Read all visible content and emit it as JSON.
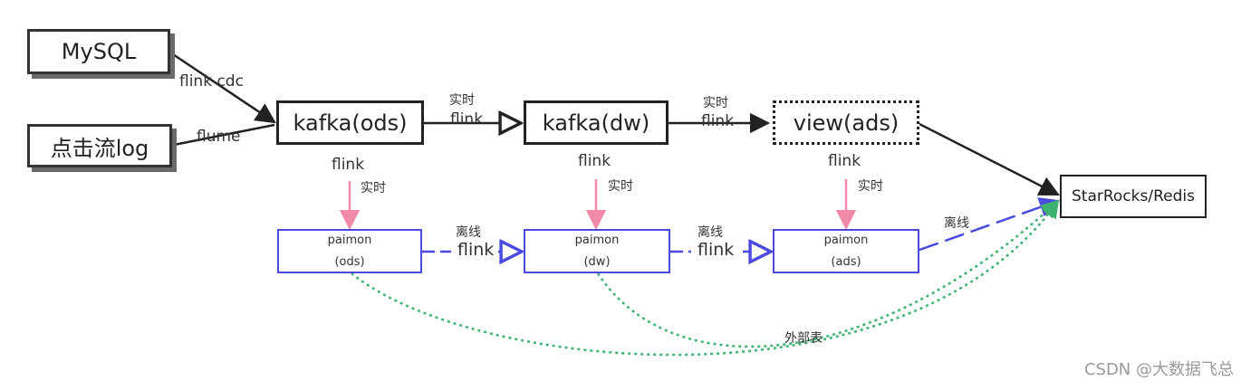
{
  "nodes": {
    "mysql": "MySQL",
    "clicklog": "点击流log",
    "kafka_ods": "kafka(ods)",
    "kafka_dw": "kafka(dw)",
    "view_ads": "view(ads)",
    "starrocks": "StarRocks/Redis",
    "paimon_ods": {
      "name": "paimon",
      "layer": "(ods)"
    },
    "paimon_dw": {
      "name": "paimon",
      "layer": "(dw)"
    },
    "paimon_ads": {
      "name": "paimon",
      "layer": "(ads)"
    }
  },
  "labels": {
    "flink_cdc": "flink cdc",
    "flume": "flume",
    "realtime": "实时",
    "flink": "flink",
    "offline": "离线",
    "external_table": "外部表"
  },
  "colors": {
    "dark": "#222222",
    "pink": "#f08aa8",
    "blue": "#4a4ae0",
    "green": "#3cb371"
  },
  "watermark": "CSDN @大数据飞总"
}
